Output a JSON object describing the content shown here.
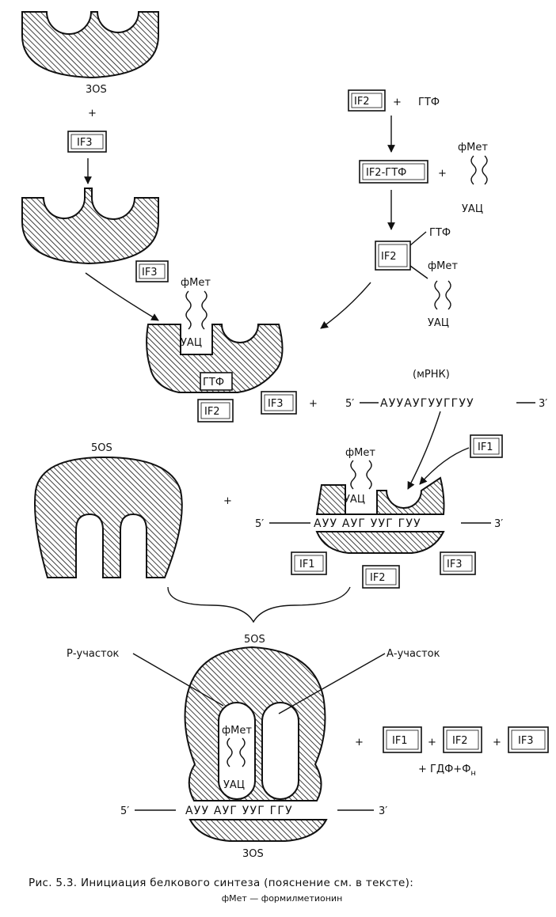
{
  "labels": {
    "s30_top": "3OS",
    "plus_1": "+",
    "if3_a": "IF3",
    "if2_a": "IF2",
    "plus_2": "+",
    "gtp_a": "ГТФ",
    "if2_gtp": "IF2-ГТФ",
    "plus_3": "+",
    "fmet_a": "фМет",
    "uac_a": "УАЦ",
    "gtp_b": "ГТФ",
    "if2_b": "IF2",
    "fmet_b": "фМет",
    "uac_b": "УАЦ",
    "if3_b": "IF3",
    "fmet_c": "фМет",
    "uac_c": "УАЦ",
    "gtp_c": "ГТФ",
    "if2_c": "IF2",
    "if3_c": "IF3",
    "plus_4": "+",
    "mrna_label": "(мРНК)",
    "five_prime_a": "5′",
    "mrna_seq": "АУУАУГУУГГУУ",
    "three_prime_a": "3′",
    "s50_a": "5OS",
    "plus_5": "+",
    "fmet_d": "фМет",
    "uac_d": "УАЦ",
    "if1_a": "IF1",
    "five_prime_b": "5′",
    "codons_b": "АУУ АУГ УУГ ГУУ",
    "three_prime_b": "3′",
    "if1_b": "IF1",
    "if3_d": "IF3",
    "if2_d": "IF2",
    "s50_b": "5OS",
    "p_site": "Р-участок",
    "a_site": "А-участок",
    "fmet_e": "фМет",
    "uac_e": "УАЦ",
    "plus_6": "+",
    "if1_c": "IF1",
    "plus_7": "+",
    "if2_e": "IF2",
    "plus_8": "+",
    "if3_e": "IF3",
    "products": "+ ГДФ+Ф",
    "products_sub": "н",
    "five_prime_c": "5′",
    "codons_c": "АУУ АУГ  УУГ ГГУ",
    "three_prime_c": "3′",
    "s30_bottom": "3OS"
  },
  "caption": {
    "line1": "Рис. 5.3. Инициация белкового синтеза (пояснение см. в тексте):",
    "line2": "фМет — формилметионин"
  }
}
